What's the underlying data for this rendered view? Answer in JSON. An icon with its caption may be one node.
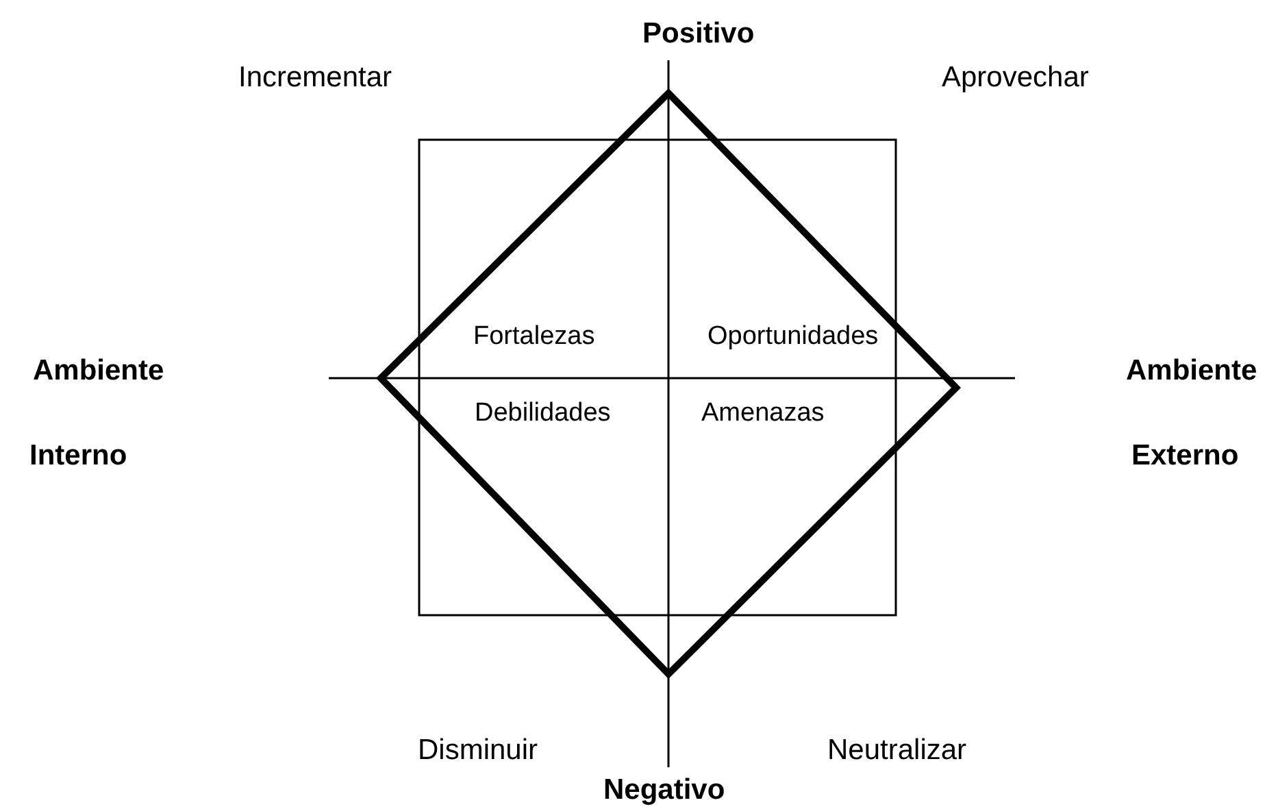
{
  "diagram": {
    "labels": [
      "Positivo",
      "Incrementar",
      "Aprovechar",
      "Fortalezas",
      "Oportunidades",
      "Ambiente",
      "Ambiente",
      "Debilidades",
      "Amenazas",
      "Interno",
      "Externo",
      "Disminuir",
      "Neutralizar",
      "Negativo"
    ]
  }
}
